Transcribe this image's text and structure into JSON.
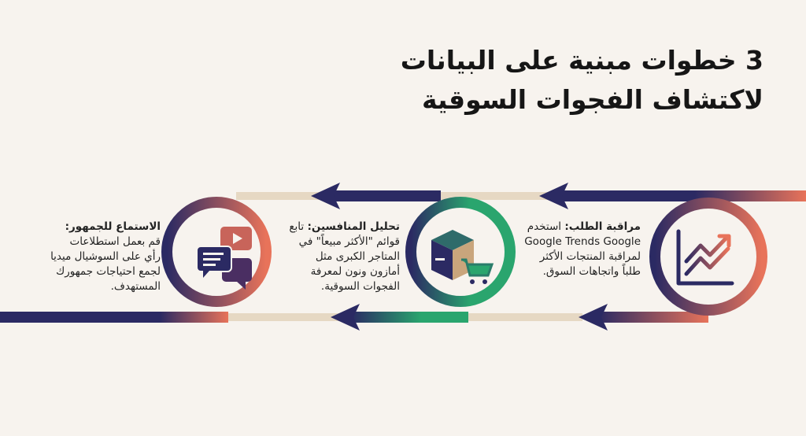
{
  "title": {
    "line1": "3 خطوات مبنية على البيانات",
    "line2": "لاكتشاف الفجوات السوقية"
  },
  "steps": [
    {
      "heading": "مراقبة الطلب:",
      "text": " استخدم Google Trends Google لمراقبة المنتجات الأكثر طلباً واتجاهات السوق.",
      "icon": "trending-chart-icon",
      "color": "#e8735a"
    },
    {
      "heading": "تحليل المنافسين:",
      "text": " تابع قوائم \"الأكثر مبيعاً\" في المتاجر الكبرى مثل أمازون ونون لمعرفة الفجوات السوقية.",
      "icon": "box-cart-icon",
      "color": "#2aa56e"
    },
    {
      "heading": "الاستماع للجمهور:",
      "text": " قم بعمل استطلاعات رأي على السوشيال ميديا لجمع احتياجات جمهورك المستهدف.",
      "icon": "chat-bubbles-icon",
      "color": "#e8735a"
    }
  ],
  "colors": {
    "navy": "#2b2a63",
    "coral": "#e8735a",
    "green": "#2aa56e",
    "tan": "#e6d8c3",
    "background": "#f7f3ee"
  }
}
